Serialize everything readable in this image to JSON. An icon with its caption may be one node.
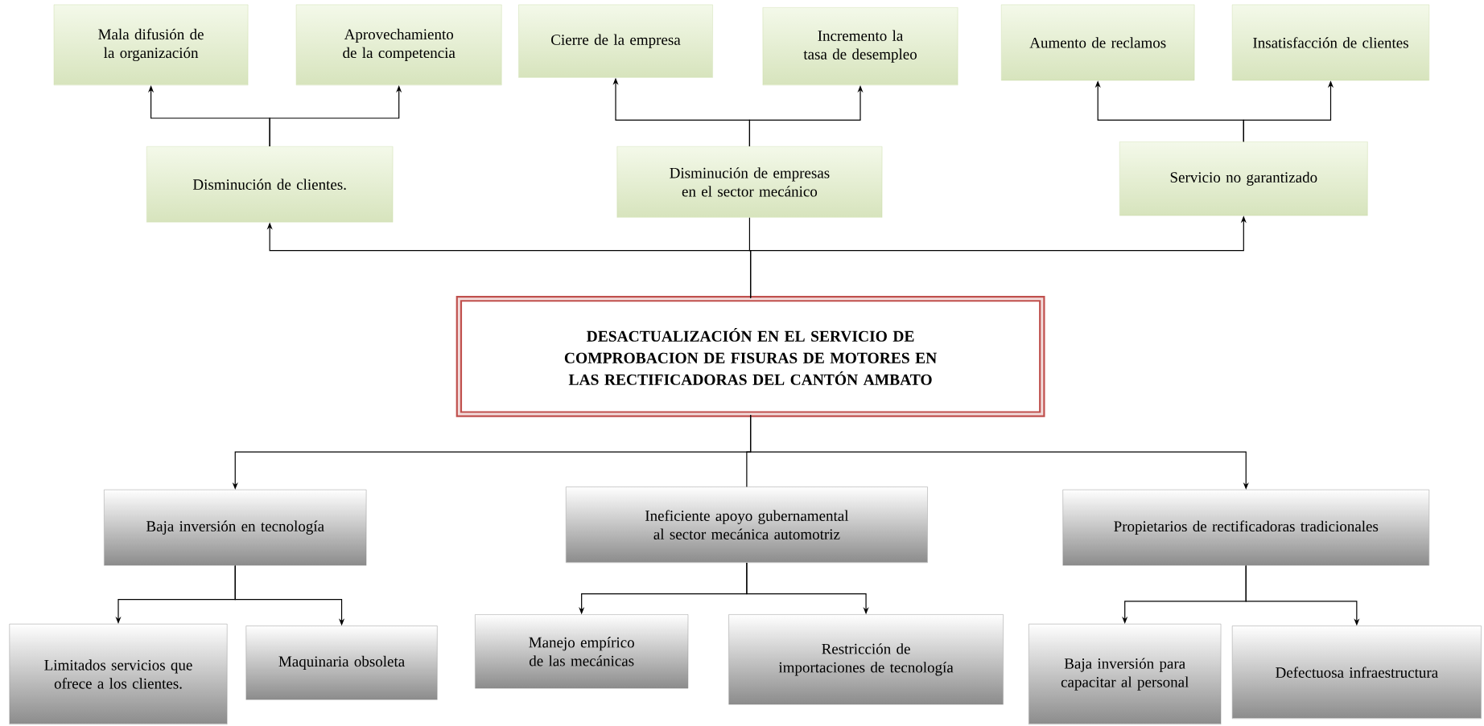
{
  "diagram": {
    "nodes": [
      {
        "text": [
          "Mala difusión de la organización"
        ]
      },
      {
        "text": [
          "Aprovechamiento de la competencia"
        ]
      },
      {
        "text": [
          "Cierre de la empresa"
        ]
      },
      {
        "text": [
          "Incremento la tasa de desempleo"
        ]
      },
      {
        "text": [
          "Aumento de reclamos"
        ]
      },
      {
        "text": [
          "Insatisfacción de clientes"
        ]
      },
      {
        "text": [
          "Disminución de clientes."
        ]
      },
      {
        "text": [
          "Disminución de empresas en el sector mecánico"
        ]
      },
      {
        "text": [
          "Servicio no garantizado"
        ]
      },
      {
        "text": [
          "DESACTUALIZACIÓN EN EL SERVICIO DE COMPROBACION DE FISURAS DE MOTORES EN LAS RECTIFICADORAS DEL CANTÓN AMBATO"
        ]
      },
      {
        "text": [
          "Baja inversión en tecnología"
        ]
      },
      {
        "text": [
          "Ineficiente apoyo gubernamental al sector mecánica automotriz"
        ]
      },
      {
        "text": [
          "Propietarios de rectificadoras tradicionales"
        ]
      },
      {
        "text": [
          "Limitados servicios que ofrece a los clientes."
        ]
      },
      {
        "text": [
          "Maquinaria obsoleta"
        ]
      },
      {
        "text": [
          "Manejo empírico de las mecánicas"
        ]
      },
      {
        "text": [
          "Restricción de importaciones de tecnología"
        ]
      },
      {
        "text": [
          "Baja inversión para capacitar al personal"
        ]
      },
      {
        "text": [
          "Defectuosa infraestructura"
        ]
      }
    ],
    "edges": [
      {
        "from": 6,
        "to": 0,
        "arrow": "to"
      },
      {
        "from": 6,
        "to": 1,
        "arrow": "to"
      },
      {
        "from": 7,
        "to": 2,
        "arrow": "to"
      },
      {
        "from": 7,
        "to": 3,
        "arrow": "to"
      },
      {
        "from": 8,
        "to": 4,
        "arrow": "to"
      },
      {
        "from": 8,
        "to": 5,
        "arrow": "to"
      },
      {
        "from": 9,
        "to": 6,
        "arrow": "to"
      },
      {
        "from": 9,
        "to": 7,
        "arrow": "none"
      },
      {
        "from": 9,
        "to": 8,
        "arrow": "to"
      },
      {
        "from": 9,
        "to": 10,
        "arrow": "to"
      },
      {
        "from": 9,
        "to": 11,
        "arrow": "none"
      },
      {
        "from": 9,
        "to": 12,
        "arrow": "to"
      },
      {
        "from": 10,
        "to": 13,
        "arrow": "to"
      },
      {
        "from": 10,
        "to": 14,
        "arrow": "to"
      },
      {
        "from": 11,
        "to": 15,
        "arrow": "to"
      },
      {
        "from": 11,
        "to": 16,
        "arrow": "to"
      },
      {
        "from": 12,
        "to": 17,
        "arrow": "to"
      },
      {
        "from": 12,
        "to": 18,
        "arrow": "to"
      }
    ]
  }
}
